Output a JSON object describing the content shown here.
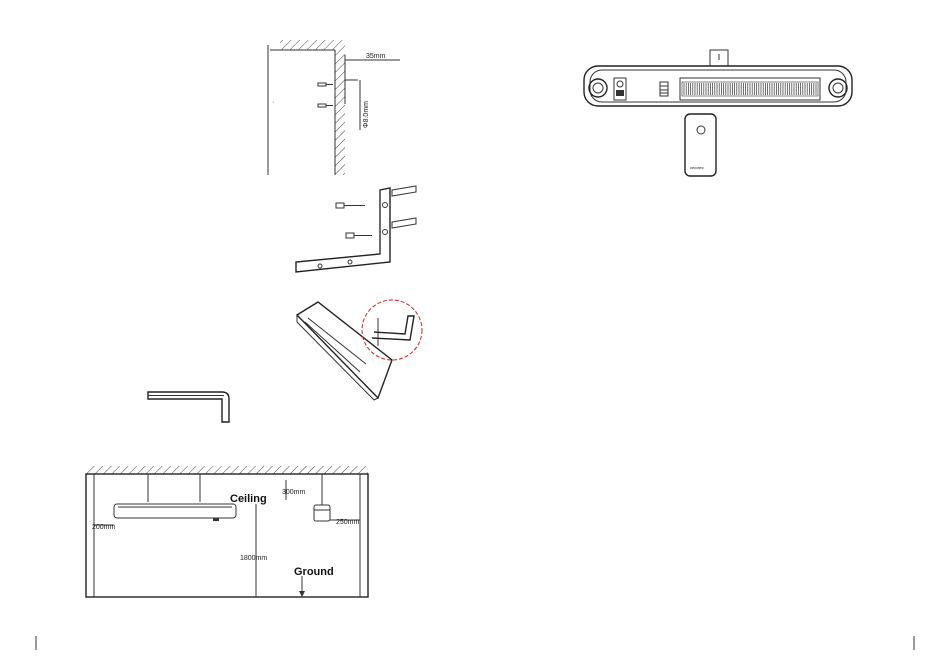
{
  "wall_detail": {
    "dim_width": "35mm",
    "dim_hole": "Φ8.0mm"
  },
  "install_diagram": {
    "ceiling_label": "Ceiling",
    "ground_label": "Ground",
    "dim_side_left": "200mm",
    "dim_top": "300mm",
    "dim_side_right": "250mm",
    "dim_height": "1800mm"
  },
  "remote": {
    "brand": "cecotec"
  }
}
